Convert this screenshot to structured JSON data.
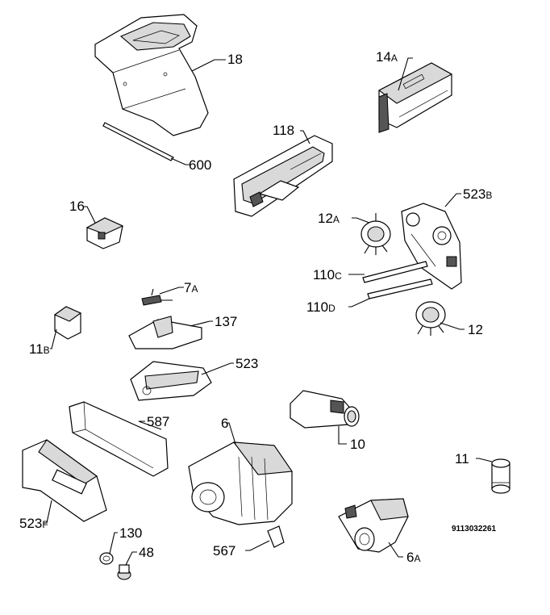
{
  "labels": {
    "p18": "18",
    "p600": "600",
    "p14a_num": "14",
    "p14a_suf": "A",
    "p118": "118",
    "p16": "16",
    "p523b_num": "523",
    "p523b_suf": "B",
    "p12a_num": "12",
    "p12a_suf": "A",
    "p110c_num": "110",
    "p110c_suf": "C",
    "p110d_num": "110",
    "p110d_suf": "D",
    "p12": "12",
    "p7a_num": "7",
    "p7a_suf": "A",
    "p11b_num": "11",
    "p11b_suf": "B",
    "p137": "137",
    "p523": "523",
    "p587": "587",
    "p6": "6",
    "p10": "10",
    "p11": "11",
    "p523f_num": "523",
    "p523f_suf": "F",
    "p130": "130",
    "p48": "48",
    "p567": "567",
    "p6a_num": "6",
    "p6a_suf": "A"
  },
  "document_number": "9113032261"
}
